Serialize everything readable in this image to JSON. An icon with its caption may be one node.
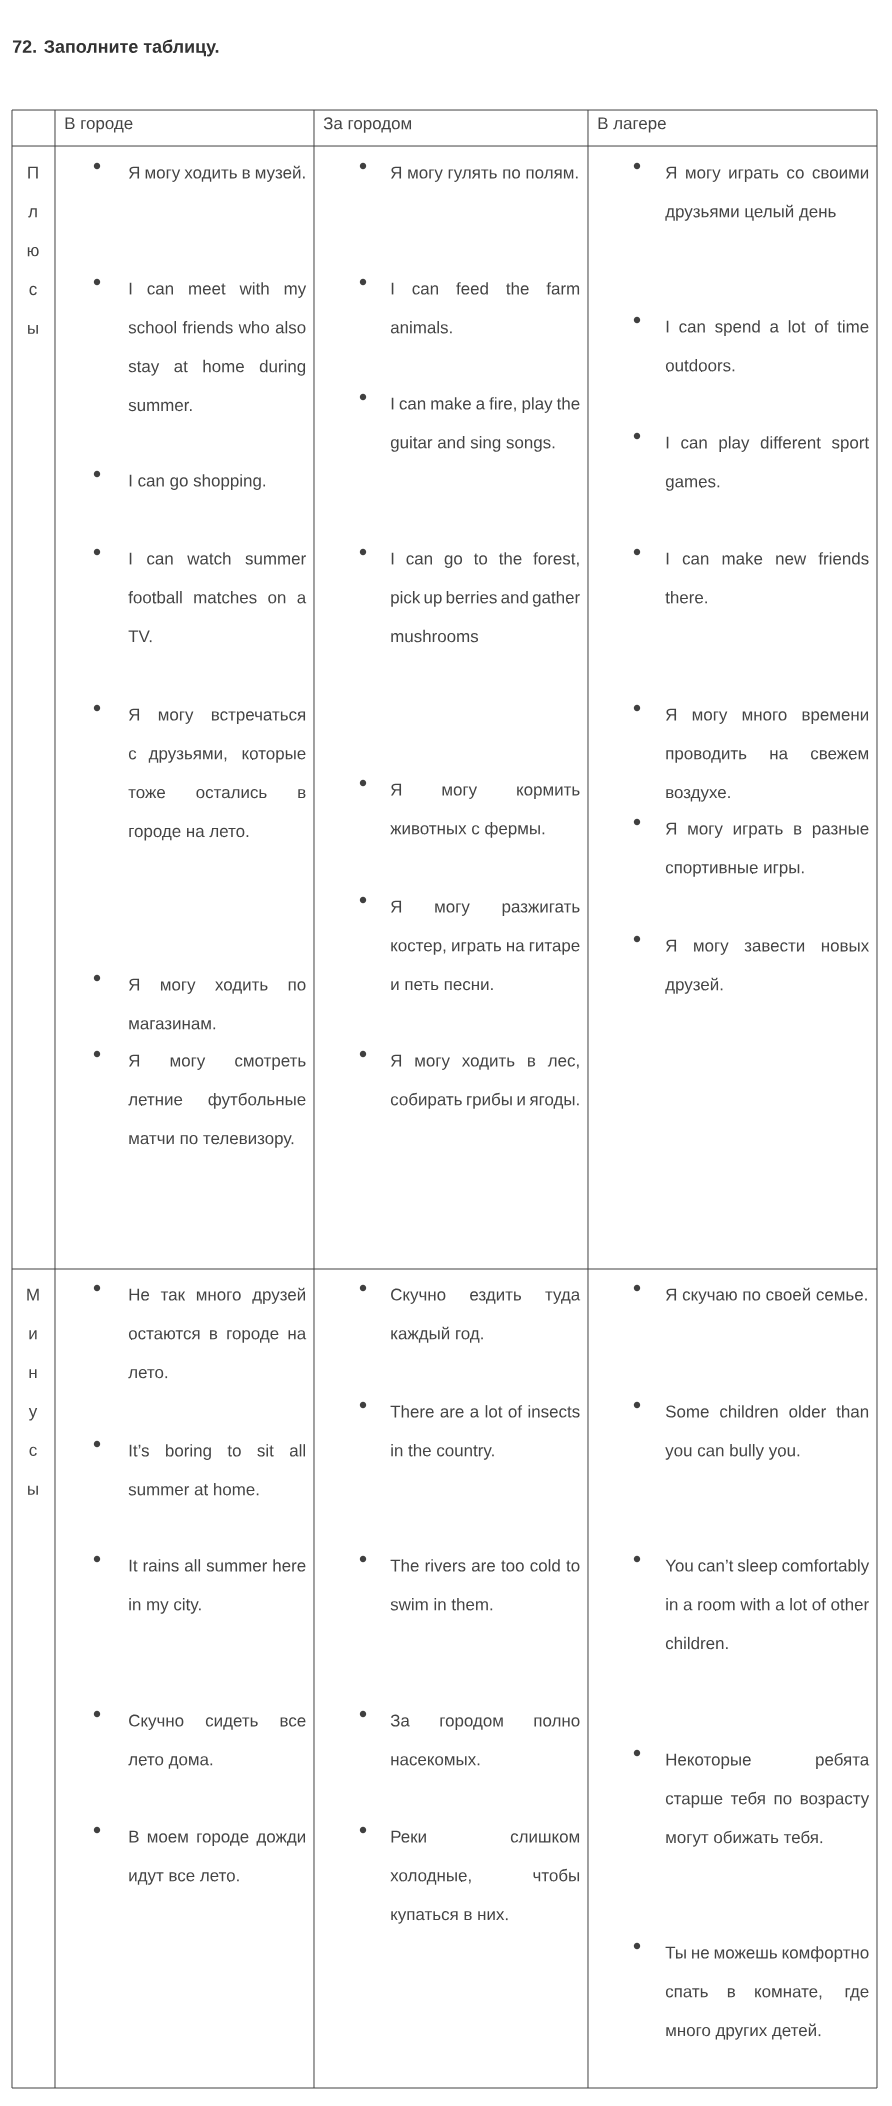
{
  "diagram": {
    "title": "72. Заполните таблицу.",
    "labels": [
      "В городе",
      "За городом",
      "В лагере",
      "Плюсы",
      "Я могу ходить в музей.",
      "I can meet with my school friends who also stay at home during summer.",
      "I can go shopping.",
      "I can watch summer football matches on a TV.",
      "Я могу встречаться с друзьями, которые тоже остались в городе на лето.",
      "Я могу ходить по магазинам.",
      "Я могу смотреть летние футбольные матчи по телевизору.",
      "Я могу гулять по полям.",
      "I can feed the farm animals.",
      "I can make a fire, play the guitar and sing songs.",
      "I can go to the forest, pick up berries and gather mushrooms",
      "Я могу кормить животных с фермы.",
      "Я могу разжигать костер, играть на гитаре и петь песни.",
      "Я могу ходить в лес, собирать грибы и ягоды.",
      "Я могу играть со своими друзьями целый день",
      "I can spend a lot of time outdoors.",
      "I can play different sport games.",
      "I can make new friends there.",
      "Я могу много времени проводить на свежем воздухе.",
      "Я могу играть в разные спортивные игры.",
      "Я могу завести новых друзей.",
      "Минусы",
      "Не так много друзей остаются в городе на лето.",
      "It’s boring to sit all summer at home.",
      "It rains all summer here in my city.",
      "Скучно сидеть все лето дома.",
      "В моем городе дожди идут все лето.",
      "Скучно ездить туда каждый год.",
      "There are a lot of insects in the country.",
      "The rivers are too cold to swim in them.",
      "За городом полно насекомых.",
      "Реки слишком холодные, чтобы купаться в них.",
      "Я скучаю по своей семье.",
      "Some children older than you can bully you.",
      "You can’t sleep comfortably in a room with a lot of other children.",
      "Некоторые ребята старше тебя по возрасту могут обижать тебя.",
      "Ты не можешь комфортно спать в комнате, где много других детей."
    ]
  }
}
